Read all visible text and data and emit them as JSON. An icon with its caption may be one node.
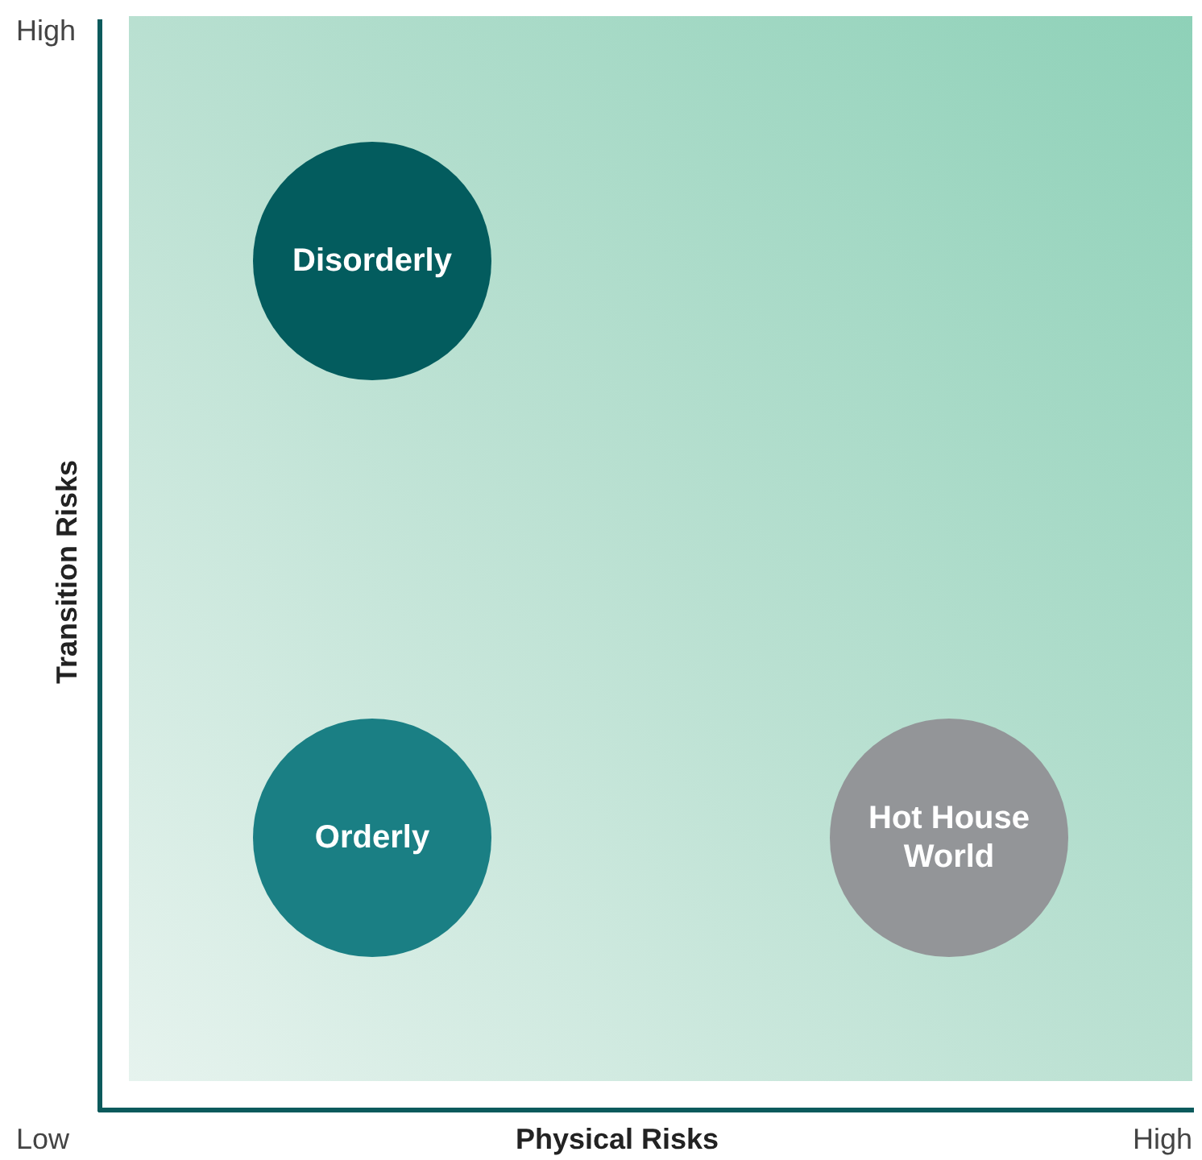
{
  "diagram": {
    "nodes": [
      {
        "text": [
          "Disorderly"
        ]
      },
      {
        "text": [
          "Orderly"
        ]
      },
      {
        "text": [
          "Hot House World"
        ]
      }
    ],
    "labels": [
      "High",
      "Transition Risks",
      "Low",
      "Physical Risks",
      "High"
    ]
  }
}
